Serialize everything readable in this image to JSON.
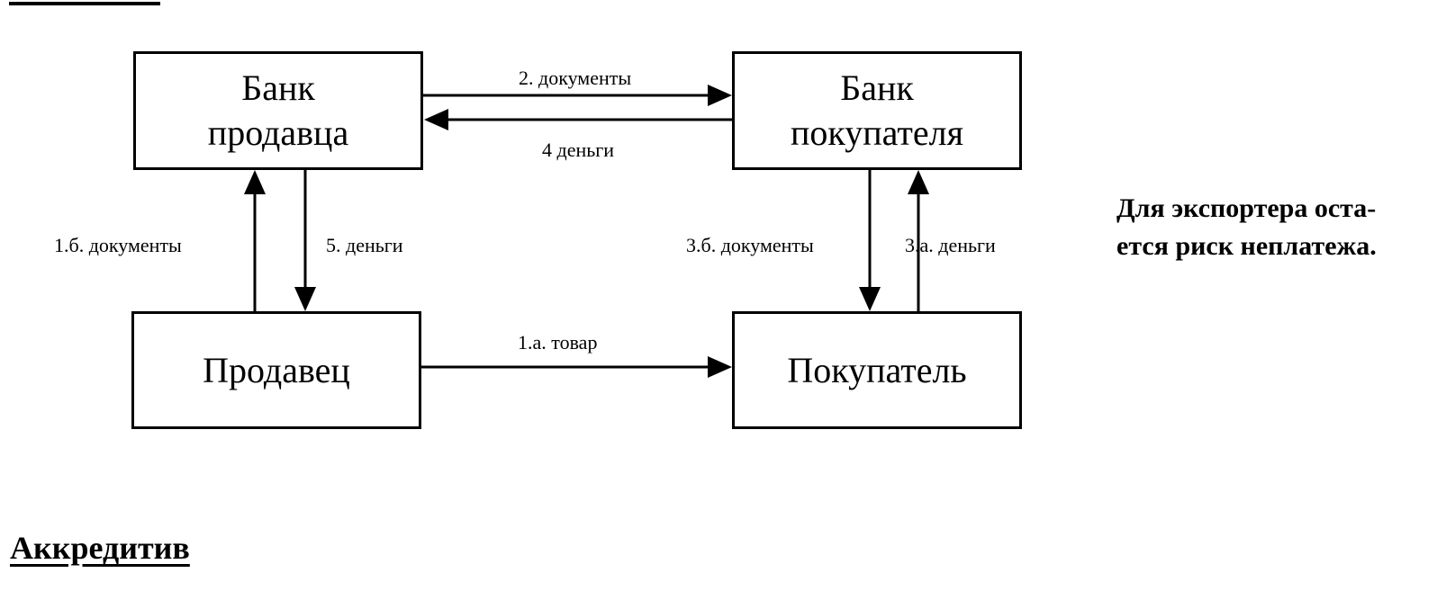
{
  "nodes": {
    "seller_bank": {
      "line1": "Банк",
      "line2": "продавца"
    },
    "buyer_bank": {
      "line1": "Банк",
      "line2": "покупателя"
    },
    "seller": {
      "label": "Продавец"
    },
    "buyer": {
      "label": "Покупатель"
    }
  },
  "flows": {
    "documents_2": "2.  документы",
    "money_4": "4  деньги",
    "documents_1b": "1.б. документы",
    "money_5": "5.  деньги",
    "documents_3b": "3.б. документы",
    "money_3a": "3.а.  деньги",
    "goods_1a": "1.а. товар"
  },
  "note": {
    "line1": "Для экспортера оста-",
    "line2": "ется риск неплатежа."
  },
  "section_title": "Аккредитив"
}
